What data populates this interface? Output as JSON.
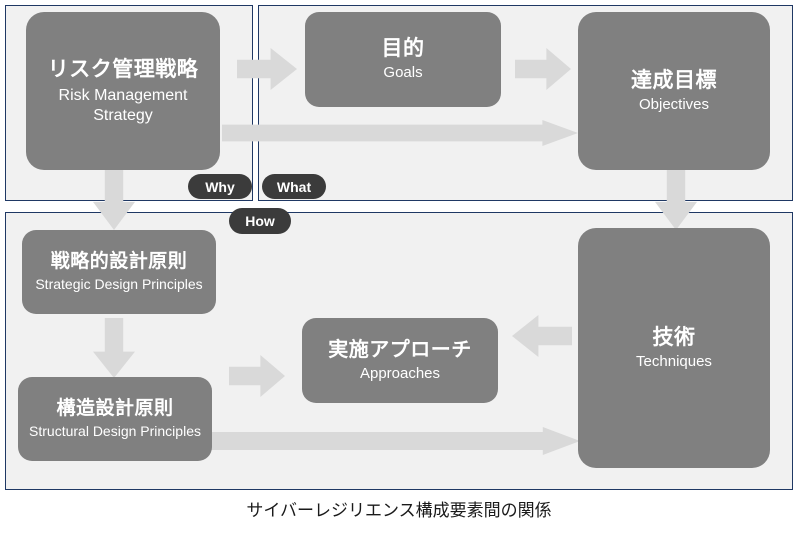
{
  "caption": "サイバーレジリエンス構成要素間の関係",
  "colors": {
    "panel_border": "#1f3864",
    "panel_background": "#f1f1f1",
    "node_fill": "#808080",
    "node_text": "#ffffff",
    "arrow_fill": "#d9d9d9",
    "badge_fill": "#3b3b3b",
    "badge_text": "#ffffff",
    "page_background": "#ffffff"
  },
  "panels": [
    {
      "id": "why",
      "badge": "Why"
    },
    {
      "id": "what",
      "badge": "What"
    },
    {
      "id": "how",
      "badge": "How"
    }
  ],
  "badges": {
    "why": "Why",
    "what": "What",
    "how": "How"
  },
  "nodes": {
    "risk_management_strategy": {
      "jp": "リスク管理戦略",
      "en": "Risk Management Strategy"
    },
    "goals": {
      "jp": "目的",
      "en": "Goals"
    },
    "objectives": {
      "jp": "達成目標",
      "en": "Objectives"
    },
    "strategic_design_principles": {
      "jp": "戦略的設計原則",
      "en": "Strategic Design Principles"
    },
    "structural_design_principles": {
      "jp": "構造設計原則",
      "en": "Structural Design Principles"
    },
    "approaches": {
      "jp": "実施アプローチ",
      "en": "Approaches"
    },
    "techniques": {
      "jp": "技術",
      "en": "Techniques"
    }
  },
  "arrows": [
    {
      "name": "risk-to-goals",
      "direction": "right"
    },
    {
      "name": "goals-to-objectives",
      "direction": "right"
    },
    {
      "name": "risk-to-objectives",
      "direction": "right"
    },
    {
      "name": "risk-to-strategic",
      "direction": "down"
    },
    {
      "name": "objectives-to-techniques",
      "direction": "down"
    },
    {
      "name": "strategic-to-structural",
      "direction": "down"
    },
    {
      "name": "structural-to-approaches",
      "direction": "right"
    },
    {
      "name": "techniques-to-approaches",
      "direction": "left"
    },
    {
      "name": "structural-to-techniques",
      "direction": "right"
    }
  ]
}
